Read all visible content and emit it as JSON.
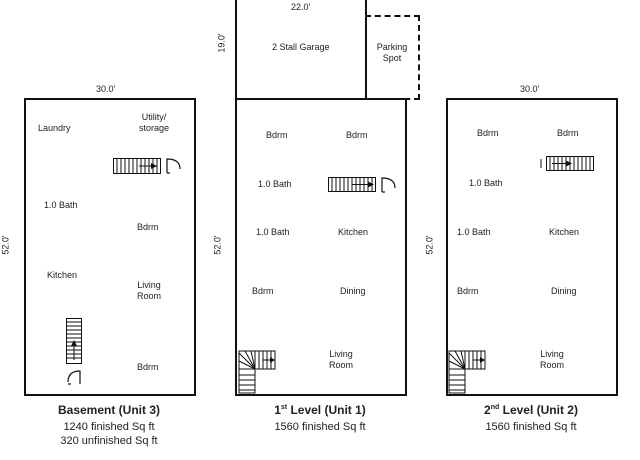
{
  "basement": {
    "width_dim": "30.0'",
    "length_dim": "52.0'",
    "rooms": {
      "laundry": "Laundry",
      "utility_line1": "Utility/",
      "utility_line2": "storage",
      "bath": "1.0 Bath",
      "bdrm1": "Bdrm",
      "kitchen": "Kitchen",
      "living_line1": "Living",
      "living_line2": "Room",
      "bdrm2": "Bdrm"
    },
    "title": "Basement (Unit 3)",
    "finished": "1240 finished Sq ft",
    "unfinished": "320 unfinished Sq ft"
  },
  "garage": {
    "width_dim": "22.0'",
    "depth_dim": "19.0'",
    "label": "2 Stall Garage",
    "parking_line1": "Parking",
    "parking_line2": "Spot"
  },
  "level1": {
    "length_dim": "52.0'",
    "rooms": {
      "bdrm1": "Bdrm",
      "bdrm2": "Bdrm",
      "bath": "1.0 Bath",
      "bath2": "1.0 Bath",
      "kitchen": "Kitchen",
      "bdrm3": "Bdrm",
      "dining": "Dining",
      "living_line1": "Living",
      "living_line2": "Room"
    },
    "title_num": "1",
    "title_sup": "st",
    "title_rest": " Level (Unit 1)",
    "finished": "1560 finished Sq ft"
  },
  "level2": {
    "width_dim": "30.0'",
    "length_dim": "52.0'",
    "rooms": {
      "bdrm1": "Bdrm",
      "bdrm2": "Bdrm",
      "bath": "1.0 Bath",
      "bath2": "1.0 Bath",
      "kitchen": "Kitchen",
      "bdrm3": "Bdrm",
      "dining": "Dining",
      "living_line1": "Living",
      "living_line2": "Room"
    },
    "title_num": "2",
    "title_sup": "nd",
    "title_rest": " Level (Unit 2)",
    "finished": "1560 finished Sq ft"
  }
}
